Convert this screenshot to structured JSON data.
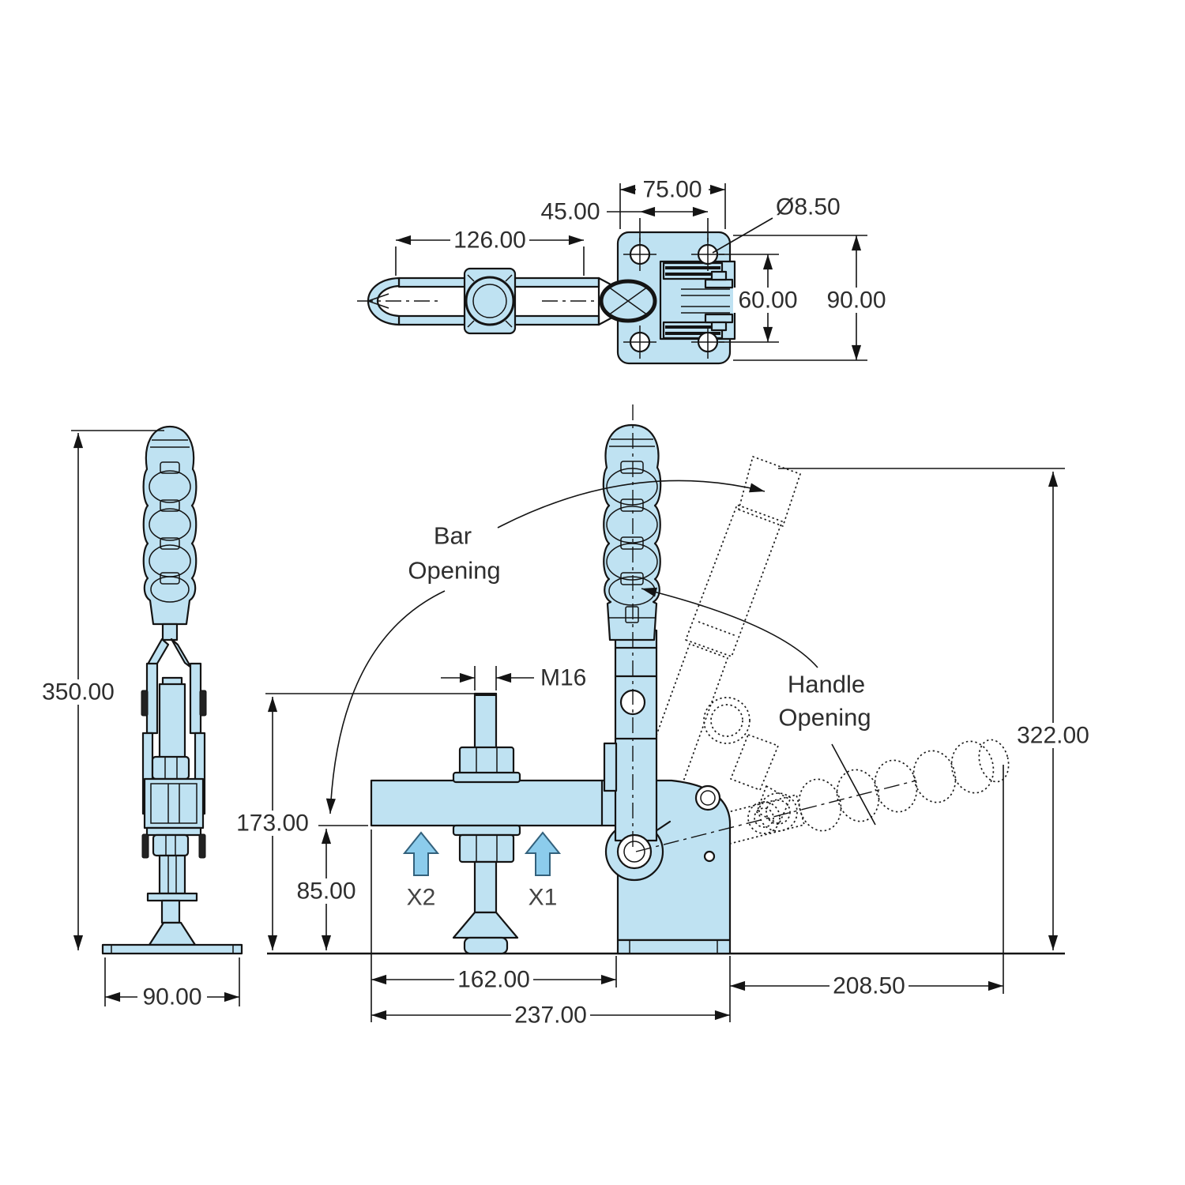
{
  "labels": {
    "bar_line1": "Bar",
    "bar_line2": "Opening",
    "handle_line1": "Handle",
    "handle_line2": "Opening",
    "force_point_1": "X1",
    "force_point_2": "X2",
    "thread": "M16"
  },
  "dimensions": {
    "top_view": {
      "plate_width": "75.00",
      "hole_spacing_h": "45.00",
      "hole_diameter": "Ø8.50",
      "bar_length": "126.00",
      "hole_spacing_v": "60.00",
      "plate_height": "90.00"
    },
    "side_view": {
      "overall_height": "350.00",
      "base_width": "90.00"
    },
    "front_view": {
      "spindle_height": "173.00",
      "arm_height": "85.00",
      "arm_length": "162.00",
      "overall_width": "237.00",
      "handle_reach": "208.50",
      "open_height": "322.00"
    }
  },
  "colors": {
    "part_fill": "#bfe2f2",
    "arrow_fill": "#8cccec",
    "line": "#141414",
    "text": "#2e2e2e"
  }
}
